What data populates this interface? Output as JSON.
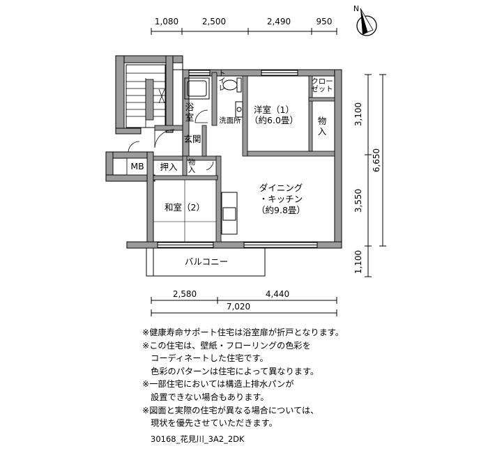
{
  "dimensions": {
    "top": [
      "1,080",
      "2,500",
      "2,490",
      "950"
    ],
    "right": [
      "3,100",
      "3,550",
      "1,100"
    ],
    "right_total": "6,650",
    "bottom": [
      "2,580",
      "4,440"
    ],
    "bottom_total": "7,020"
  },
  "compass": {
    "label": "N"
  },
  "rooms": {
    "bath": "浴\n室",
    "toilet": "トイレ",
    "western": "洋室（1）\n（約6.0畳）",
    "closet": "クロー\nゼット",
    "storage_right": "物\n入",
    "washroom": "洗面所",
    "entrance": "玄関",
    "mb": "MB",
    "oshiire": "押入",
    "storage_small": "物\n入",
    "japanese": "和室（2）",
    "dining": "ダイニング\n・キッチン\n（約9.8畳）",
    "balcony": "バルコニー"
  },
  "notes": [
    "※健康寿命サポート住宅は浴室扉が折戸となります。",
    "※この住宅は、壁紙・フローリングの色彩を",
    "　コーディネートした住宅です。",
    "　色彩のパターンは住宅によって異なります。",
    "※一部住宅においては構造上排水パンが",
    "　設置できない場合もあります。",
    "※図面と実際の住宅が異なる場合については、",
    "　現状を優先させていただきます。"
  ],
  "caption": "30168_花見川_3A2_2DK"
}
